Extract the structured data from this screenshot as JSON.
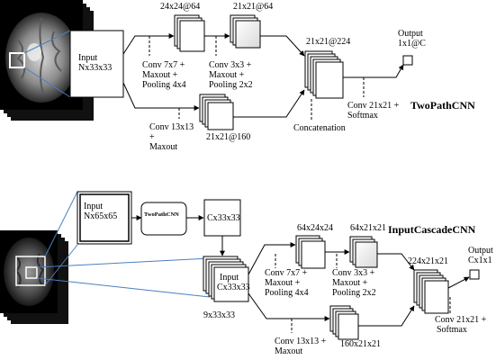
{
  "twopath": {
    "title": "TwoPathCNN",
    "input_label": [
      "Input",
      "Nx33x33"
    ],
    "dim_24": "24x24@64",
    "dim_21a": "21x21@64",
    "dim_21b": "21x21@224",
    "dim_21c": "21x21@160",
    "conv7": [
      "Conv 7x7 +",
      "Maxout +",
      "Pooling 4x4"
    ],
    "conv3": [
      "Conv 3x3 +",
      "Maxout +",
      "Pooling 2x2"
    ],
    "conv13": [
      "Conv 13x13",
      "+",
      "Maxout"
    ],
    "concat": "Concatenation",
    "conv21": [
      "Conv 21x21 +",
      "Softmax"
    ],
    "output": [
      "Output",
      "1x1@C"
    ]
  },
  "cascade": {
    "title": "InputCascadeCNN",
    "input_label": [
      "Input",
      "Nx65x65"
    ],
    "twopath_box": "TwoPathCNN",
    "cx33": "Cx33x33",
    "input2": [
      "Input",
      "Cx33x33"
    ],
    "dim_9": "9x33x33",
    "dim_64": "64x24x24",
    "dim_64b": "64x21x21",
    "dim_224": "224x21x21",
    "dim_160": "160x21x21",
    "conv7": [
      "Conv 7x7 +",
      "Maxout +",
      "Pooling 4x4"
    ],
    "conv3": [
      "Conv 3x3 +",
      "Maxout +",
      "Pooling 2x2"
    ],
    "conv13": [
      "Conv 13x13 +",
      "Maxout"
    ],
    "conv21": [
      "Conv 21x21 +",
      "Softmax"
    ],
    "output": [
      "Output",
      "Cx1x1"
    ]
  }
}
